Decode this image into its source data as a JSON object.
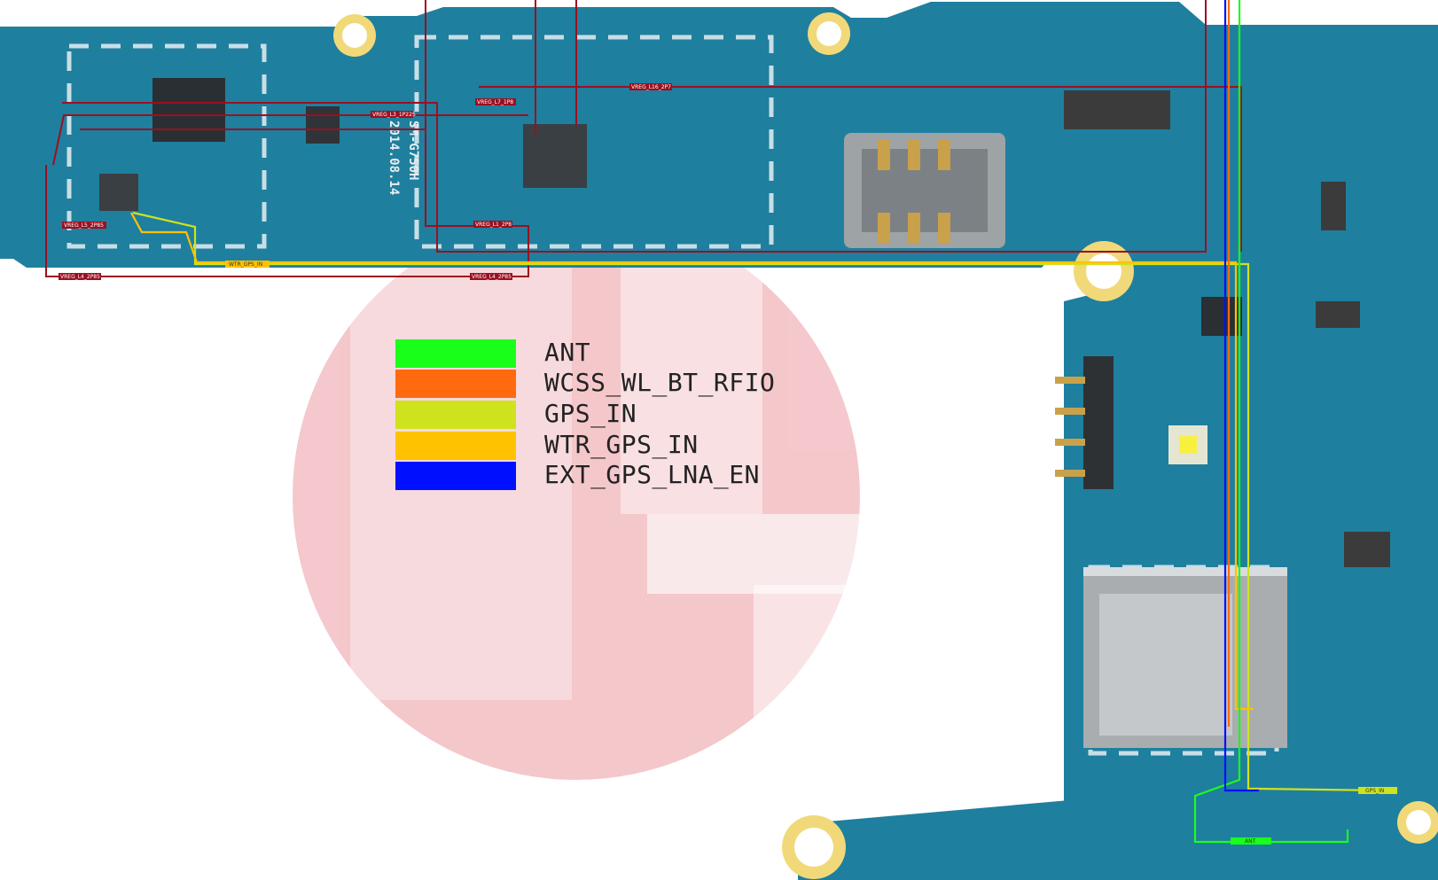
{
  "legend": [
    {
      "label": "ANT",
      "color": "#19ff19"
    },
    {
      "label": "WCSS_WL_BT_RFIO",
      "color": "#ff6a0f"
    },
    {
      "label": "GPS_IN",
      "color": "#cfe21e"
    },
    {
      "label": "WTR_GPS_IN",
      "color": "#ffc200"
    },
    {
      "label": "EXT_GPS_LNA_EN",
      "color": "#0010ff"
    }
  ],
  "board": {
    "model_text": "SM-G750H",
    "date_text": "2014.08.14",
    "colors": {
      "pcb": "#1f7f9e",
      "pcb_dark": "#17677f",
      "trace_red": "#9b1020",
      "trace_ant": "#19ff19",
      "trace_wcss": "#ff6a0f",
      "trace_gps_in": "#cfe21e",
      "trace_wtr": "#ffc200",
      "trace_lna": "#0010ff",
      "watermark": "#f3c2c6"
    }
  },
  "tags": {
    "vreg_l5_2p85": "VREG_L5_2P85",
    "vreg_l3_1p225": "VREG_L3_1P225",
    "vreg_l7_1p8": "VREG_L7_1P8",
    "vreg_l16_2p7": "VREG_L16_2P7",
    "vreg_l1_2p8": "VREG_L1_2P8",
    "vreg_l4_2p85": "VREG_L4_2P85",
    "wtr_gps_in": "WTR_GPS_IN",
    "gps_in": "GPS_IN",
    "ant": "ANT"
  }
}
